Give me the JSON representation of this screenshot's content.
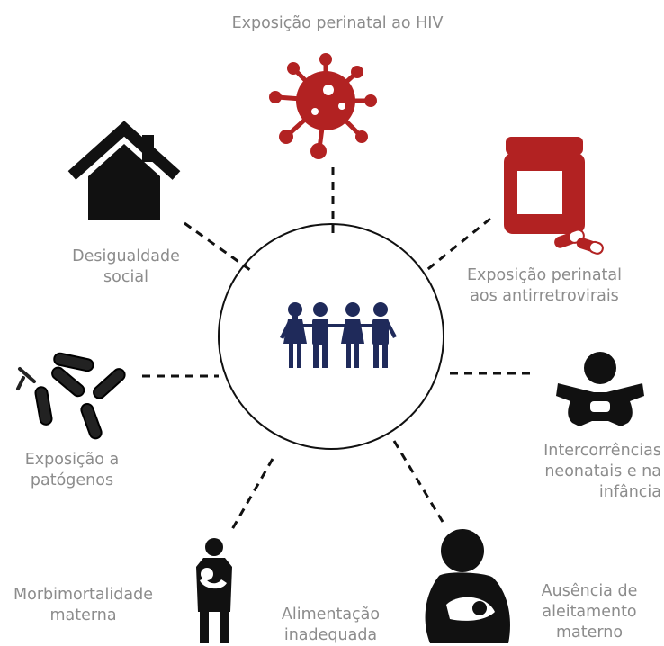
{
  "center": {
    "label": "",
    "icon": "children-group-icon",
    "color": "#1f2a5a"
  },
  "factors": [
    {
      "id": "hiv",
      "label": "Exposição perinatal ao HIV",
      "icon": "virus-icon",
      "color": "#b22222"
    },
    {
      "id": "arv",
      "label": "Exposição perinatal\naos antirretrovirais",
      "icon": "medicine-bottle-pills-icon",
      "color": "#b22222"
    },
    {
      "id": "neonatal",
      "label": "Intercorrências\nneonatais e na\ninfância",
      "icon": "baby-icon",
      "color": "#111111"
    },
    {
      "id": "aleitamento",
      "label": "Ausência de\naleitamento\nmaterno",
      "icon": "breastfeeding-icon",
      "color": "#111111"
    },
    {
      "id": "alimentacao",
      "label": "Alimentação\ninadequada",
      "icon": "",
      "color": ""
    },
    {
      "id": "morbi",
      "label": "Morbimortalidade\nmaterna",
      "icon": "mother-baby-icon",
      "color": "#111111"
    },
    {
      "id": "patogenos",
      "label": "Exposição a\npatógenos",
      "icon": "bacteria-icon",
      "color": "#111111"
    },
    {
      "id": "desigualdade",
      "label": "Desigualdade\nsocial",
      "icon": "house-icon",
      "color": "#111111"
    }
  ],
  "styles": {
    "label_color": "#8c8c8c",
    "connector_color": "#111111"
  }
}
